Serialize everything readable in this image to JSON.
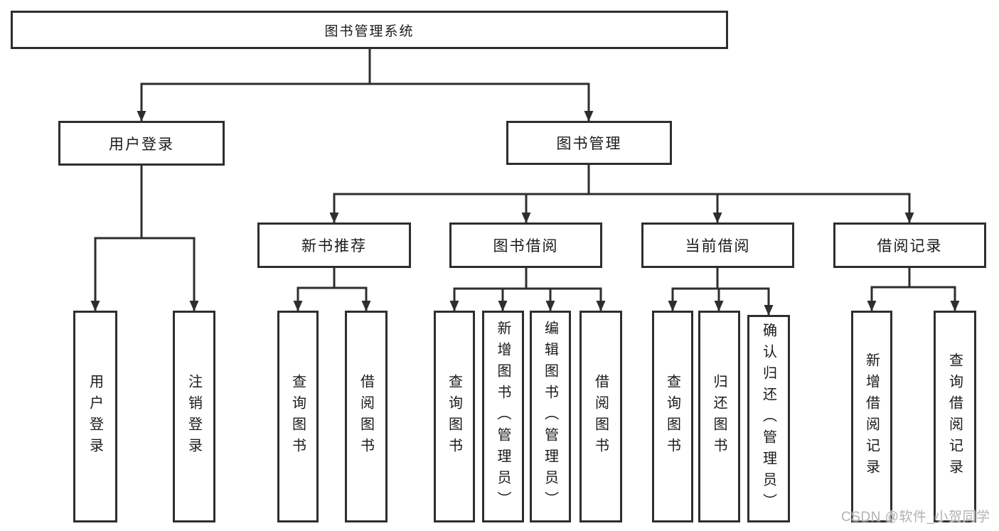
{
  "colors": {
    "line": "#2e2e2e",
    "text": "#1a1a1a",
    "watermark": "#b2b2b2",
    "background": "#ffffff"
  },
  "watermark": {
    "text": "CSDN @软件_小贺同学"
  },
  "tree": {
    "root": {
      "label": "图书管理系统",
      "children": [
        {
          "label": "用户登录",
          "children": [
            {
              "label": "用户登录"
            },
            {
              "label": "注销登录"
            }
          ]
        },
        {
          "label": "图书管理",
          "children": [
            {
              "label": "新书推荐",
              "children": [
                {
                  "label": "查询图书"
                },
                {
                  "label": "借阅图书"
                }
              ]
            },
            {
              "label": "图书借阅",
              "children": [
                {
                  "label": "查询图书"
                },
                {
                  "label": "新增图书（管理员）"
                },
                {
                  "label": "编辑图书（管理员）"
                },
                {
                  "label": "借阅图书"
                }
              ]
            },
            {
              "label": "当前借阅",
              "children": [
                {
                  "label": "查询图书"
                },
                {
                  "label": "归还图书"
                },
                {
                  "label": "确认归还（管理员）"
                }
              ]
            },
            {
              "label": "借阅记录",
              "children": [
                {
                  "label": "新增借阅记录"
                },
                {
                  "label": "查询借阅记录"
                }
              ]
            }
          ]
        }
      ]
    }
  }
}
